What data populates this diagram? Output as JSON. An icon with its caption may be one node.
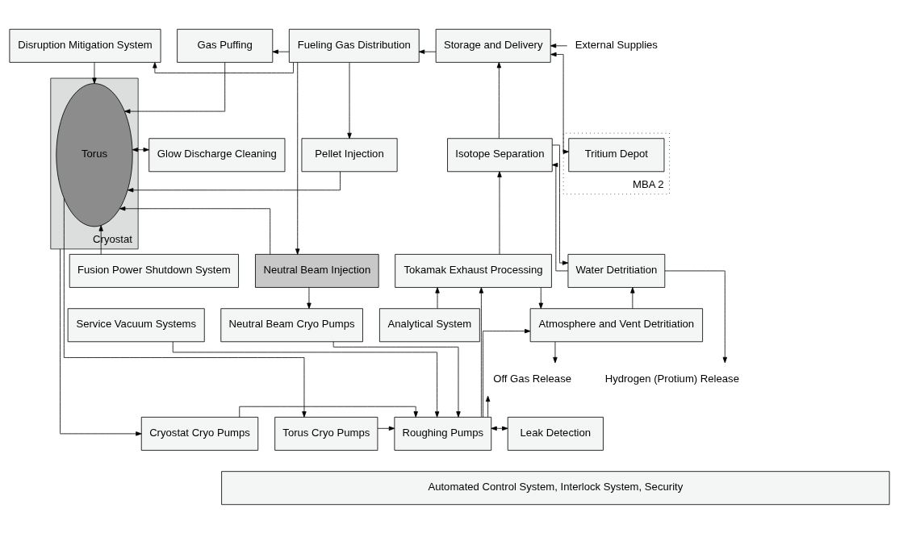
{
  "diagram": {
    "nodes": [
      {
        "text": [
          "Disruption Mitigation System"
        ]
      },
      {
        "text": [
          "Gas Puffing"
        ]
      },
      {
        "text": [
          "Fueling Gas Distribution"
        ]
      },
      {
        "text": [
          "Storage and Delivery"
        ]
      },
      {
        "text": [
          "External Supplies"
        ]
      },
      {
        "text": [
          "MBA 2"
        ]
      },
      {
        "text": [
          "Tritium Depot"
        ],
        "in": 5
      },
      {
        "text": [
          "Cryostat"
        ]
      },
      {
        "text": [
          "Torus"
        ],
        "in": 7
      },
      {
        "text": [
          "Glow Discharge Cleaning"
        ]
      },
      {
        "text": [
          "Pellet Injection"
        ]
      },
      {
        "text": [
          "Isotope Separation"
        ]
      },
      {
        "text": [
          "Water Detritiation"
        ]
      },
      {
        "text": [
          "Fusion Power Shutdown System"
        ]
      },
      {
        "text": [
          "Neutral Beam Injection"
        ]
      },
      {
        "text": [
          "Tokamak Exhaust Processing"
        ]
      },
      {
        "text": [
          "Atmosphere and Vent Detritiation"
        ]
      },
      {
        "text": [
          "Service Vacuum Systems"
        ]
      },
      {
        "text": [
          "Neutral Beam Cryo Pumps"
        ]
      },
      {
        "text": [
          "Analytical System"
        ]
      },
      {
        "text": [
          "Off Gas Release"
        ]
      },
      {
        "text": [
          "Hydrogen (Protium) Release"
        ]
      },
      {
        "text": [
          "Cryostat Cryo Pumps"
        ]
      },
      {
        "text": [
          "Torus Cryo Pumps"
        ]
      },
      {
        "text": [
          "Roughing Pumps"
        ]
      },
      {
        "text": [
          "Leak Detection"
        ]
      },
      {
        "text": [
          "Automated Control System, Interlock System, Security"
        ]
      }
    ],
    "edges": [
      {
        "from": 2,
        "to": 0,
        "arrow": "to"
      },
      {
        "from": 2,
        "to": 1,
        "arrow": "to"
      },
      {
        "from": 3,
        "to": 2,
        "arrow": "to"
      },
      {
        "from": 4,
        "to": 3,
        "arrow": "to"
      },
      {
        "from": 0,
        "to": 8,
        "arrow": "to"
      },
      {
        "from": 1,
        "to": 8,
        "arrow": "to"
      },
      {
        "from": 8,
        "to": 9,
        "arrow": "both"
      },
      {
        "from": 2,
        "to": 10,
        "arrow": "to"
      },
      {
        "from": 10,
        "to": 8,
        "arrow": "to"
      },
      {
        "from": 3,
        "to": 6,
        "arrow": "both"
      },
      {
        "from": 2,
        "to": 14,
        "arrow": "to"
      },
      {
        "from": 13,
        "to": 8,
        "arrow": "to"
      },
      {
        "from": 14,
        "to": 8,
        "arrow": "to"
      },
      {
        "from": 14,
        "to": 18,
        "arrow": "to"
      },
      {
        "from": 11,
        "to": 3,
        "arrow": "to"
      },
      {
        "from": 15,
        "to": 11,
        "arrow": "to"
      },
      {
        "from": 12,
        "to": 11,
        "arrow": "to"
      },
      {
        "from": 11,
        "to": 12,
        "arrow": "to"
      },
      {
        "from": 15,
        "to": 16,
        "arrow": "to"
      },
      {
        "from": 16,
        "to": 12,
        "arrow": "to"
      },
      {
        "from": 12,
        "to": 21,
        "arrow": "to"
      },
      {
        "from": 16,
        "to": 20,
        "arrow": "to"
      },
      {
        "from": 19,
        "to": 15,
        "arrow": "to"
      },
      {
        "from": 24,
        "to": 15,
        "arrow": "to"
      },
      {
        "from": 7,
        "to": 22,
        "arrow": "to"
      },
      {
        "from": 8,
        "to": 23,
        "arrow": "to"
      },
      {
        "from": 17,
        "to": 24,
        "arrow": "to"
      },
      {
        "from": 18,
        "to": 24,
        "arrow": "to"
      },
      {
        "from": 23,
        "to": 24,
        "arrow": "to"
      },
      {
        "from": 22,
        "to": 24,
        "arrow": "to"
      },
      {
        "from": 24,
        "to": 25,
        "arrow": "both"
      },
      {
        "from": 24,
        "to": 16,
        "arrow": "to"
      },
      {
        "from": 24,
        "to": 20,
        "arrow": "to"
      }
    ]
  }
}
